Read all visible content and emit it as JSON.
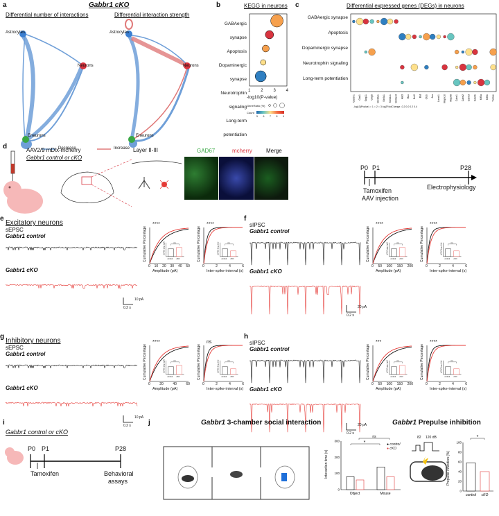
{
  "panel_a": {
    "label": "a",
    "title": "Gabbr1 cKO",
    "left_title": "Differential number of interactions",
    "right_title": "Differential interaction strength",
    "nodes": [
      "Astrocytes",
      "Neurons",
      "Eneurons"
    ],
    "legend_decrease": "Decrease",
    "legend_increase": "Increase",
    "colors": {
      "decrease": "#6f9fd8",
      "increase": "#e07a7a",
      "astro": "#3b7fd1",
      "neuro": "#d8343f",
      "eneu": "#3aa845"
    }
  },
  "panel_b": {
    "label": "b",
    "title": "KEGG in neurons",
    "xlabel": "-log10(P-value)",
    "legend_gene": "GeneRatio (%)",
    "legend_count": "Count",
    "count_ticks": [
      "5",
      "6",
      "7",
      "8",
      "9"
    ],
    "chart_data": {
      "type": "scatter",
      "categories": [
        "GABAergic synapse",
        "Apoptosis",
        "Dopaminergic synapse",
        "Neurotrophin signaling",
        "Long-term potentiation"
      ],
      "x": [
        3.2,
        2.6,
        2.3,
        2.1,
        1.9
      ],
      "xticks": [
        "1",
        "2",
        "3",
        "4"
      ],
      "xlim": [
        1,
        4
      ]
    }
  },
  "panel_c": {
    "label": "c",
    "title": "Differential expressed genes (DEGs) in neurons",
    "rows": [
      "GABAergic synapse",
      "Apoptosis",
      "Dopaminergic synapse",
      "Neurotrophin signaling",
      "Long-term potentiation"
    ],
    "genes": [
      "Gabbr1",
      "Gad1",
      "Gng11",
      "Gng5",
      "Slc32a1",
      "Slc6a1",
      "Slc6a11",
      "Slc6a13",
      "Akt3",
      "Bax",
      "Bcl2",
      "Bid",
      "Ctsb",
      "Jun",
      "Lmnb1",
      "Mapk10",
      "Mapk8",
      "Calm1",
      "Calm2",
      "Calm3",
      "Gsk3b",
      "Kif5a",
      "Kif5b",
      "Ywhae"
    ],
    "legend_text": "-log10(Pvalue)  ○ 1  ○ 2  ○ 3   log2FoldChange  -0.2 0.0 0.2 0.4"
  },
  "panel_d": {
    "label": "d",
    "virus": "AAV2/9 mDlx-mcherry",
    "genotype": "Gabbr1 control or cKO",
    "layer": "Layer II-III",
    "img_labels": [
      "GAD67",
      "mcherry",
      "Merge"
    ],
    "timeline": {
      "p0": "P0",
      "p1": "P1",
      "p28": "P28",
      "tamoxifen": "Tamoxifen",
      "aav": "AAV injection",
      "ephys": "Electrophysiology"
    }
  },
  "panel_e": {
    "label": "e",
    "title": "Excitatory neurons",
    "rec": "sEPSC",
    "control": "Gabbr1 control",
    "cko": "Gabbr1 cKO",
    "scale_y": "10 pA",
    "scale_x": "0.2 s",
    "amp_xlabel": "Amplitude (pA)",
    "isi_xlabel": "Inter-spike-interval (s)",
    "ylabel": "Cumulative Percentage",
    "sig1": "****",
    "sig2": "****",
    "inset_ns": "ns",
    "inset_y1": "sEPSC amp. (pA)",
    "inset_y2": "sEPSC freq. (Hz)",
    "amp_ticks": [
      "0",
      "10",
      "20",
      "30",
      "40",
      "50"
    ],
    "isi_ticks": [
      "0",
      "2",
      "4",
      "6"
    ]
  },
  "panel_f": {
    "label": "f",
    "rec": "sIPSC",
    "control": "Gabbr1 control",
    "cko": "Gabbr1 cKO",
    "scale_y": "20 pA",
    "scale_x": "0.2 s",
    "amp_xlabel": "Amplitude (pA)",
    "isi_xlabel": "Inter-spike-interval (s)",
    "ylabel": "Cumulative Percentage",
    "sig1": "****",
    "sig2": "****",
    "inset_ns": "ns",
    "inset_y1": "sIPSC amp. (pA)",
    "inset_y2": "sIPSC freq. (Hz)",
    "amp_ticks": [
      "0",
      "50",
      "100",
      "150",
      "200"
    ],
    "isi_ticks": [
      "0",
      "2",
      "4",
      "6"
    ]
  },
  "panel_g": {
    "label": "g",
    "title": "Inhibitory neurons",
    "rec": "sEPSC",
    "control": "Gabbr1 control",
    "cko": "Gabbr1 cKO",
    "scale_y": "10 pA",
    "scale_x": "0.2 s",
    "amp_xlabel": "Amplitude (pA)",
    "isi_xlabel": "Inter-spike-interval (s)",
    "ylabel": "Cumulative Percentage",
    "sig1": "****",
    "sig2": "ns",
    "inset_ns": "ns",
    "inset_y1": "sEPSC amp. (pA)",
    "inset_y2": "sEPSC freq. (Hz)",
    "amp_ticks": [
      "0",
      "20",
      "40",
      "60"
    ],
    "isi_ticks": [
      "0",
      "2",
      "4",
      "6"
    ]
  },
  "panel_h": {
    "label": "h",
    "rec": "sIPSC",
    "control": "Gabbr1 control",
    "cko": "Gabbr1 cKO",
    "scale_y": "20 pA",
    "scale_x": "0.2 s",
    "amp_xlabel": "Amplitude (pA)",
    "isi_xlabel": "Inter-spike-interval (s)",
    "ylabel": "Cumulative Percentage",
    "sig1": "***",
    "sig2": "****",
    "inset_ns": "ns",
    "inset_y1": "sIPSC amp. (pA)",
    "inset_y2": "sIPSC freq. (Hz)",
    "amp_ticks": [
      "0",
      "50",
      "100",
      "150",
      "200"
    ],
    "isi_ticks": [
      "0",
      "2",
      "4",
      "6"
    ]
  },
  "inset_groups": [
    "control",
    "cKO"
  ],
  "panel_i": {
    "label": "i",
    "title": "Gabbr1 control or cKO",
    "p0": "P0",
    "p1": "P1",
    "p28": "P28",
    "tamoxifen": "Tamoxifen",
    "assay": "Behavioral",
    "assay2": "assays"
  },
  "panel_j": {
    "label": "j",
    "social_title_it": "Gabbr1",
    "social_title": " 3-chamber social interaction",
    "ppi_title_it": "Gabbr1",
    "ppi_title": " Prepulse inhibition",
    "social_ylabel": "Interaction time (s)",
    "social_groups": [
      "Object",
      "Mouse"
    ],
    "legend_control": "control",
    "legend_cko": "cKO",
    "sig_star": "*",
    "sig_ns": "ns",
    "ppi_ylabel": "Prepulse inhibition (%)",
    "ppi_groups": [
      "control",
      "cKO"
    ],
    "ppi_sig": "*",
    "db1": "82",
    "db2": "120 dB",
    "chart_data": [
      {
        "type": "bar",
        "title": "Gabbr1 3-chamber social interaction",
        "categories": [
          "Object",
          "Mouse"
        ],
        "series": [
          {
            "name": "control",
            "values": [
              80,
              140
            ]
          },
          {
            "name": "cKO",
            "values": [
              60,
              80
            ]
          }
        ],
        "ylim": [
          0,
          300
        ],
        "yticks": [
          "0",
          "100",
          "200",
          "300"
        ]
      },
      {
        "type": "bar",
        "title": "Gabbr1 Prepulse inhibition",
        "categories": [
          "control",
          "cKO"
        ],
        "values": [
          58,
          40
        ],
        "ylim": [
          0,
          100
        ],
        "yticks": [
          "0",
          "20",
          "40",
          "60",
          "80",
          "100"
        ]
      }
    ]
  }
}
